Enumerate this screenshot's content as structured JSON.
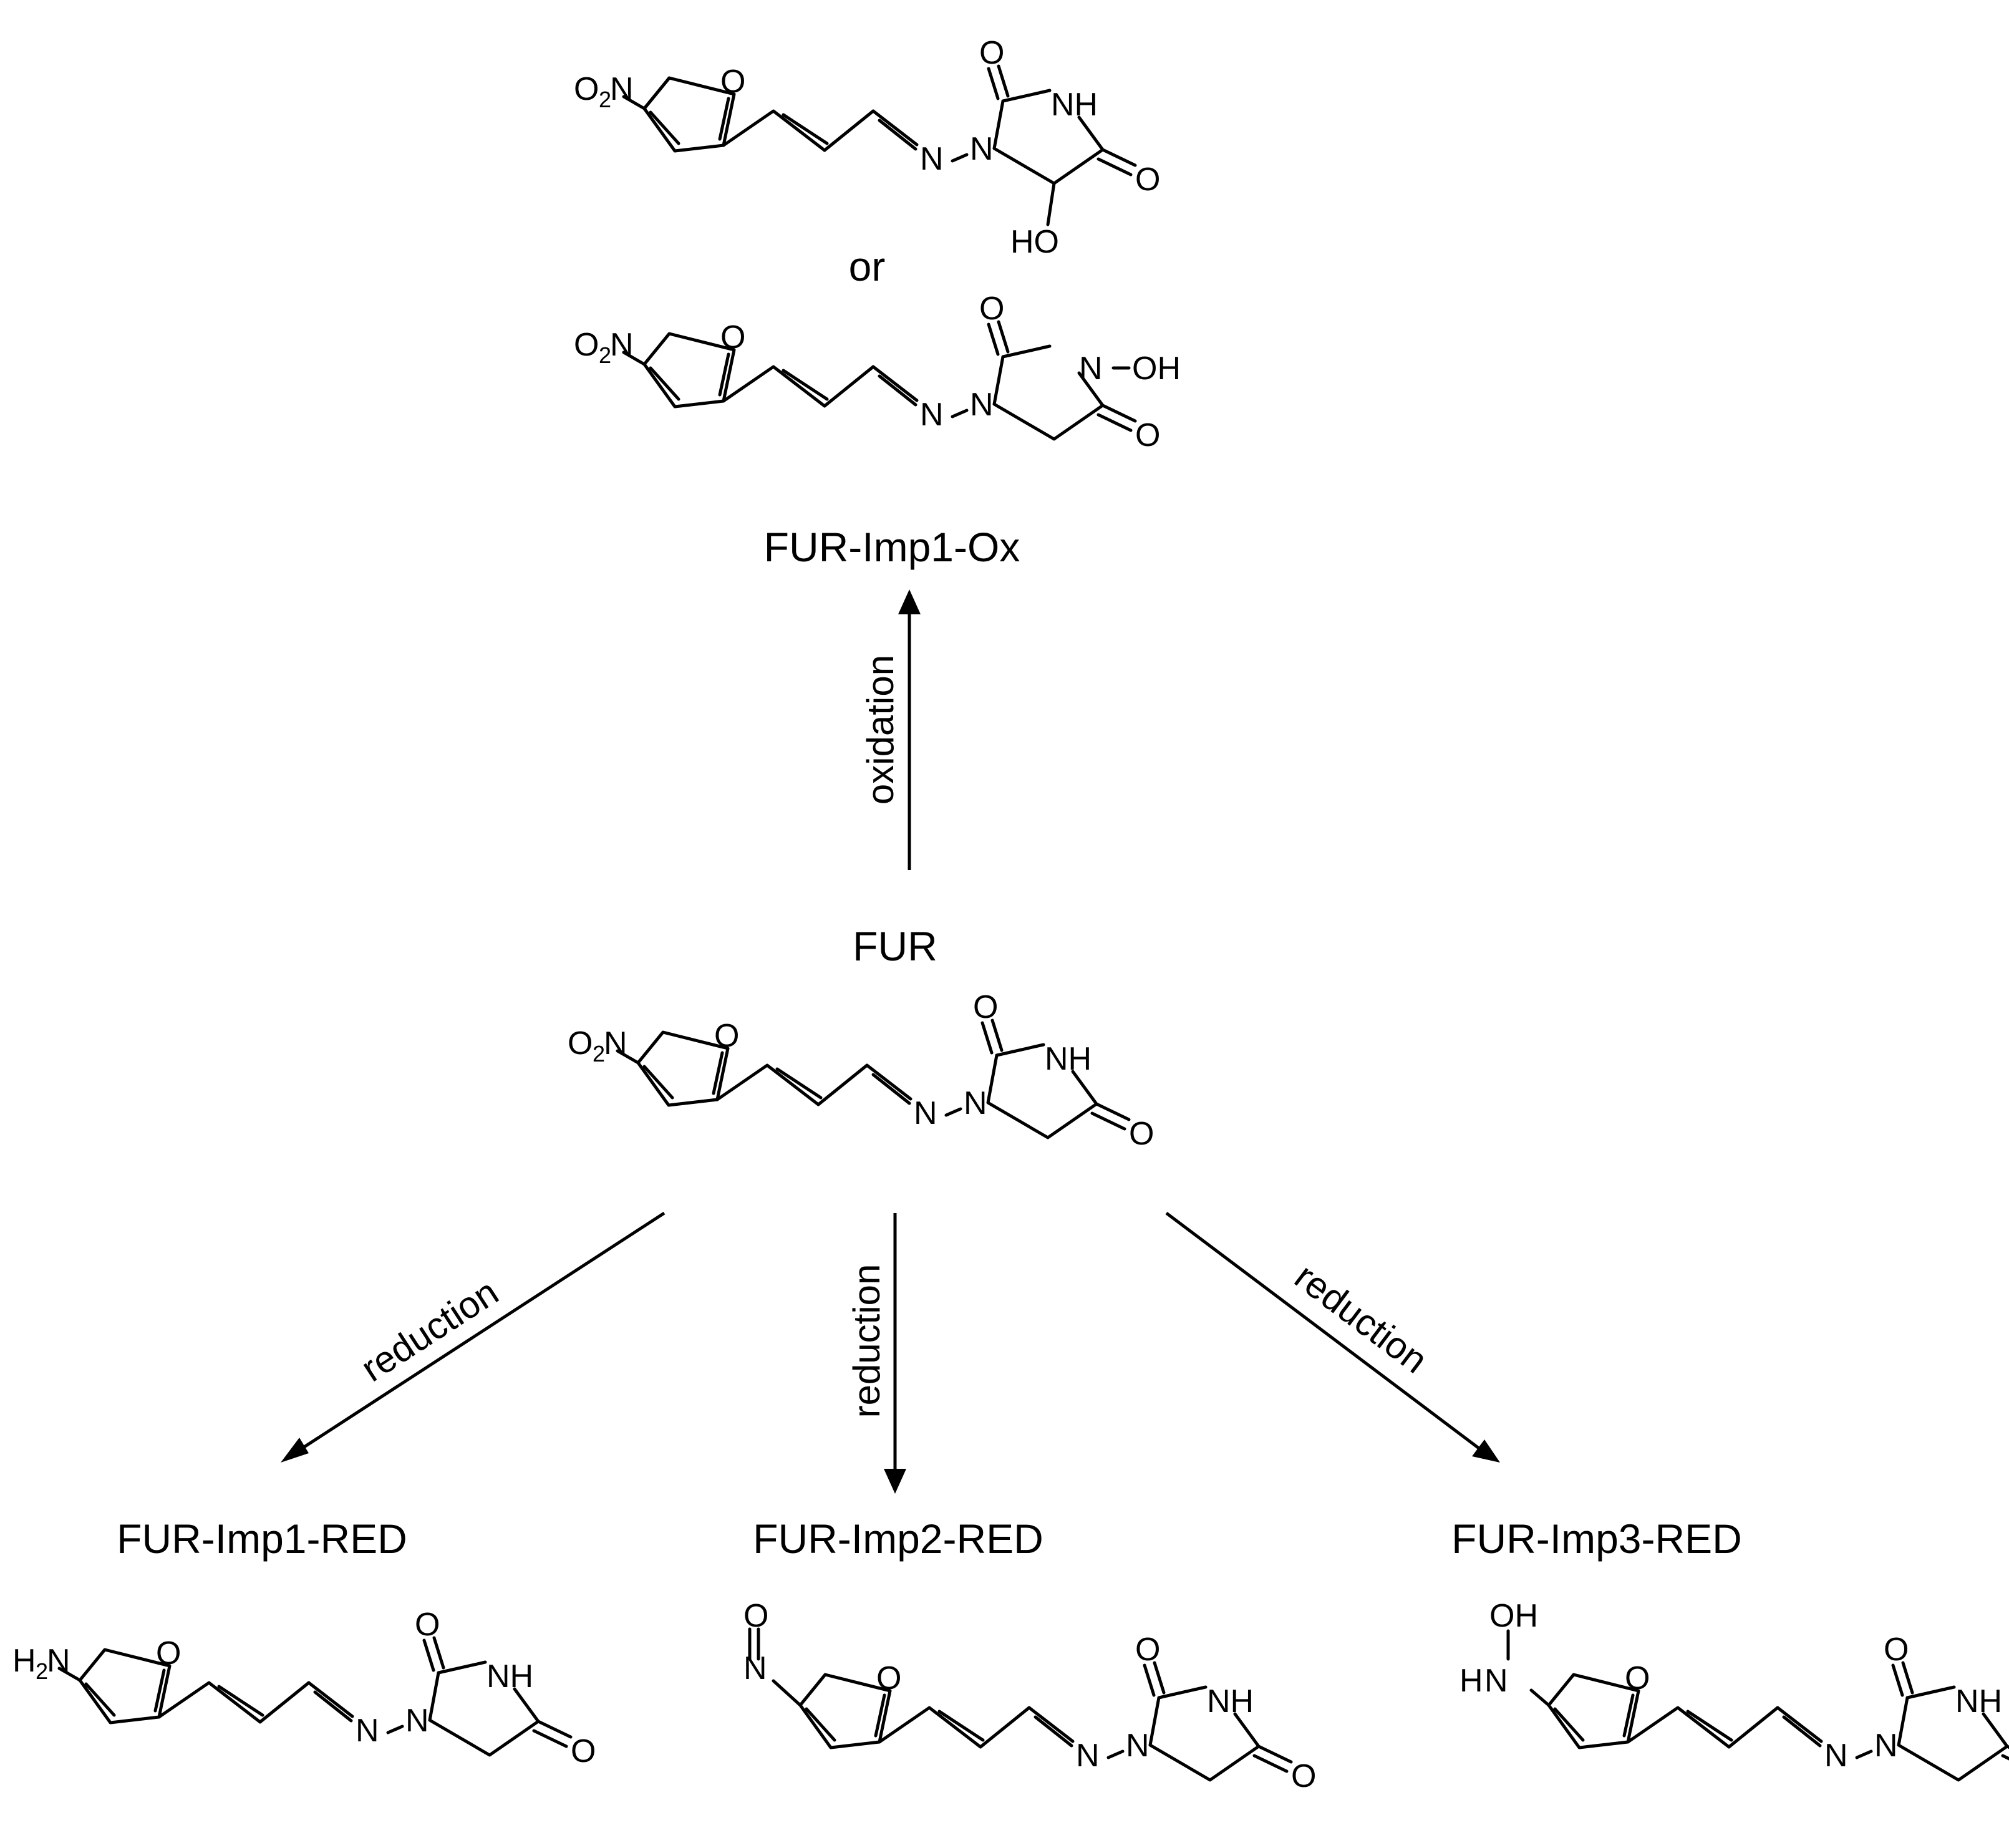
{
  "colors": {
    "ink": "#000000",
    "background": "#ffffff"
  },
  "labels": {
    "or": "or",
    "ox_product": "FUR-Imp1-Ox",
    "start": "FUR",
    "red1": "FUR-Imp1-RED",
    "red2": "FUR-Imp2-RED",
    "red3": "FUR-Imp3-RED"
  },
  "reactions": {
    "oxidation": "oxidation",
    "reduction_left": "reduction",
    "reduction_middle": "reduction",
    "reduction_right": "reduction"
  },
  "atoms": {
    "O": "O",
    "N": "N",
    "NH": "NH",
    "HO": "HO",
    "OH": "OH",
    "H": "H",
    "sub2": "2"
  }
}
